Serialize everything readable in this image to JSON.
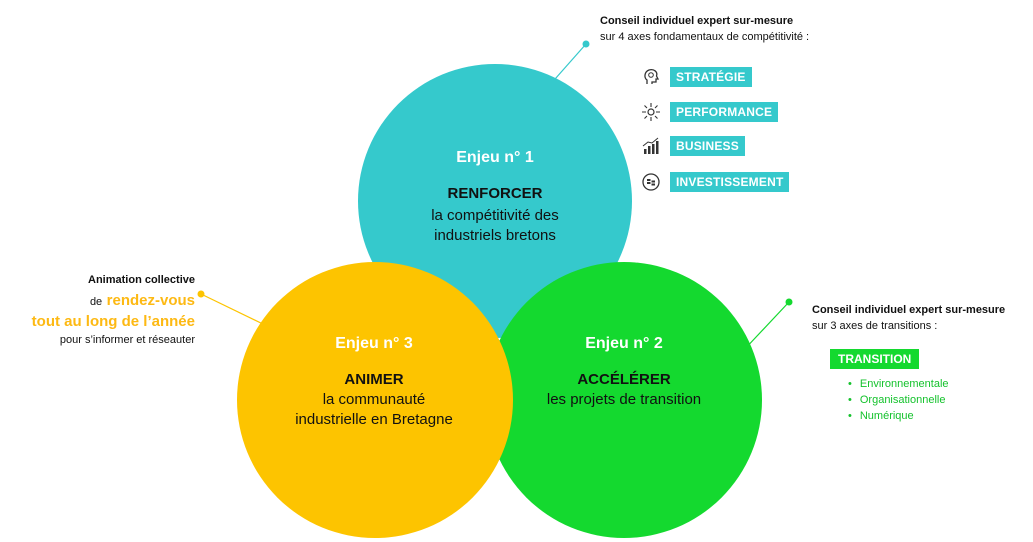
{
  "circles": [
    {
      "enjeu": "Enjeu n° 1",
      "verb": "RENFORCER",
      "desc1": "la compétitivité des",
      "desc2": "industriels bretons",
      "color": "#35c9cc"
    },
    {
      "enjeu": "Enjeu n° 2",
      "verb": "ACCÉLÉRER",
      "desc1": "les projets de transition",
      "desc2": "",
      "color": "#14d92f"
    },
    {
      "enjeu": "Enjeu n° 3",
      "verb": "ANIMER",
      "desc1": "la communauté",
      "desc2": "industrielle en Bretagne",
      "color": "#fdc400"
    }
  ],
  "annotation1": {
    "title": "Conseil individuel expert sur-mesure",
    "subtitle": "sur 4 axes fondamentaux de compétitivité :",
    "axes": [
      {
        "label": "STRATÉGIE",
        "icon": "head-lightbulb-icon"
      },
      {
        "label": "PERFORMANCE",
        "icon": "sparkle-gear-icon"
      },
      {
        "label": "BUSINESS",
        "icon": "bar-chart-icon"
      },
      {
        "label": "INVESTISSEMENT",
        "icon": "coins-refresh-icon"
      }
    ]
  },
  "annotation2": {
    "title": "Conseil individuel expert sur-mesure",
    "subtitle": "sur 3 axes de transitions :",
    "tag": "TRANSITION",
    "items": [
      "Environnementale",
      "Organisationnelle",
      "Numérique"
    ]
  },
  "annotation3": {
    "title": "Animation collective",
    "line2_prefix": "de",
    "line2_highlight": "rendez-vous",
    "line3": "tout au long de l’année",
    "line4": "pour s’informer et réseauter"
  }
}
